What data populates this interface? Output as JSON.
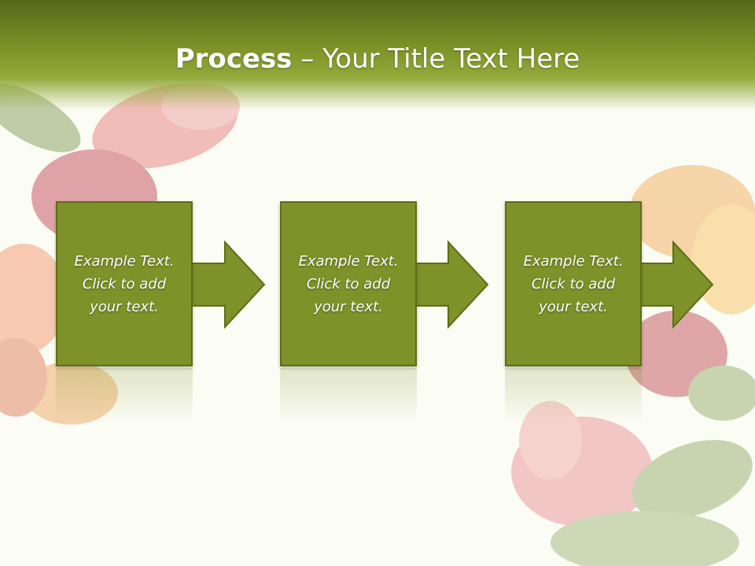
{
  "slide": {
    "title_bold": "Process",
    "title_rest": " – Your Title Text Here"
  },
  "steps": [
    {
      "text": "Example Text. Click  to add your text."
    },
    {
      "text": "Example Text. Click  to add your text."
    },
    {
      "text": "Example Text. Click  to add your text."
    }
  ],
  "colors": {
    "header_dark": "#55681c",
    "step_fill": "#7f9129",
    "step_border": "#5d6d16",
    "background": "#fbfcf4"
  }
}
